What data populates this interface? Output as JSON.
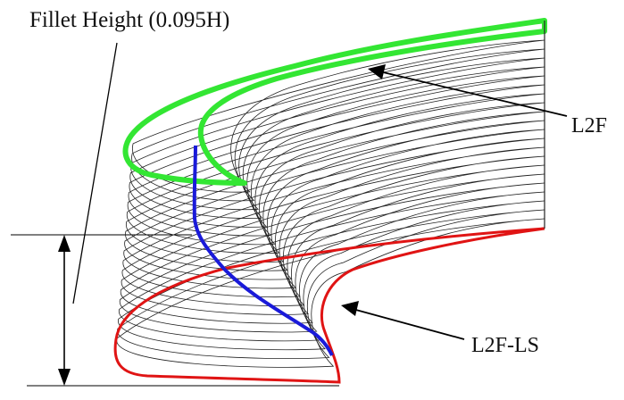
{
  "labels": {
    "fillet_height": "Fillet Height (0.095H)",
    "l2f": "L2F",
    "l2f_ls": "L2F-LS"
  },
  "colors": {
    "green_profile": "#33e633",
    "blue_line": "#1a1ad9",
    "red_profile": "#e01414",
    "sections": "#222222",
    "annotation": "#000000"
  }
}
